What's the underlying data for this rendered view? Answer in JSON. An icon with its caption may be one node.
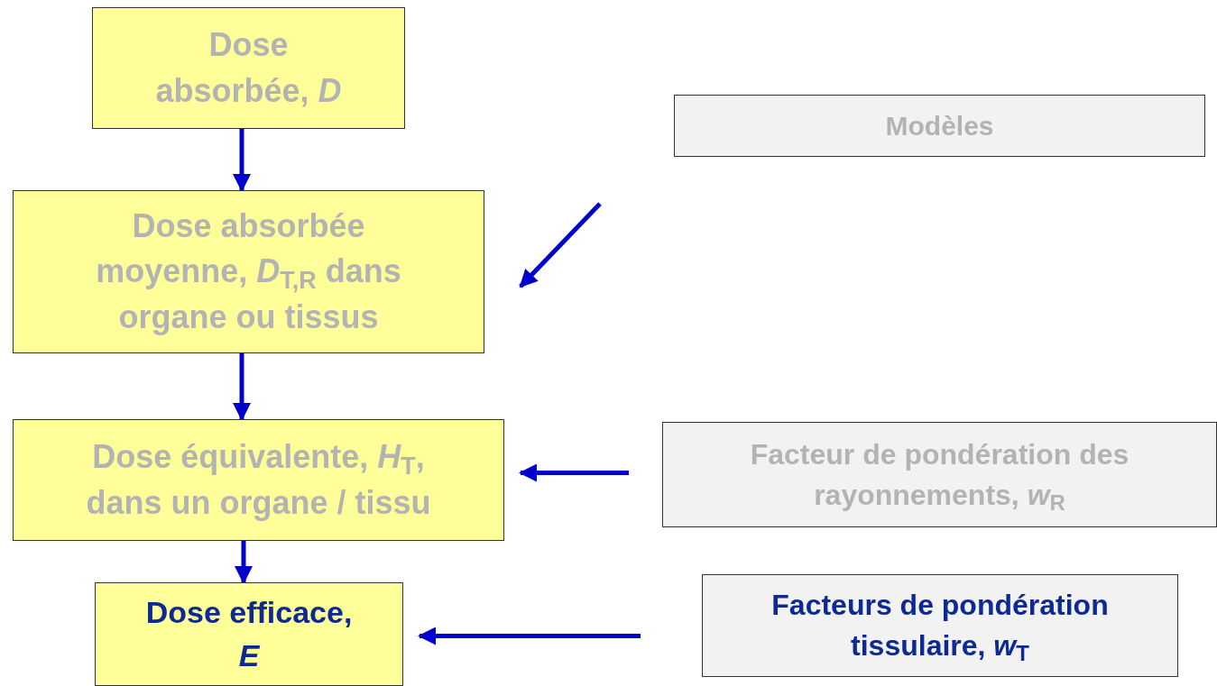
{
  "diagram": {
    "nodes": [
      {
        "text": [
          "Dose absorbée, *D*"
        ]
      },
      {
        "text": [
          "Dose absorbée moyenne, *D*$_{T,R}$ dans organe ou tissus"
        ]
      },
      {
        "text": [
          "Dose équivalente, *H*$_{T}$, dans un organe / tissu"
        ]
      },
      {
        "text": [
          "Dose efficace, *E*"
        ]
      },
      {
        "text": [
          "Modèles"
        ]
      },
      {
        "text": [
          "Facteur de pondération des rayonnements, *w*$_{R}$"
        ]
      },
      {
        "text": [
          "Facteurs de pondération tissulaire, *w*$_{T}$"
        ]
      }
    ],
    "edges": [
      {
        "from": 0,
        "to": 1,
        "arrow": "to"
      },
      {
        "from": 1,
        "to": 2,
        "arrow": "to"
      },
      {
        "from": 2,
        "to": 3,
        "arrow": "to"
      },
      {
        "from": null,
        "to": 1,
        "arrow": "to"
      },
      {
        "from": 5,
        "to": 2,
        "arrow": "to"
      },
      {
        "from": 6,
        "to": 3,
        "arrow": "to"
      }
    ]
  }
}
